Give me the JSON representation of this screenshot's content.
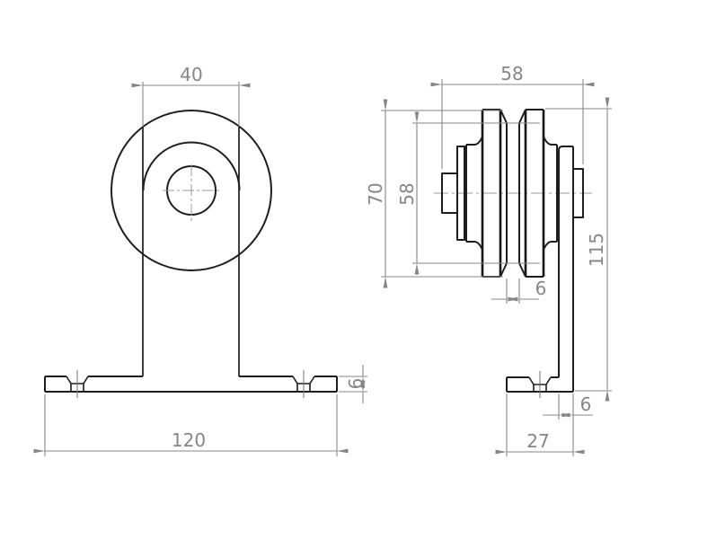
{
  "front_view": {
    "dimensions": {
      "arm_width": "40",
      "base_length": "120",
      "base_thickness": "6"
    }
  },
  "side_view": {
    "dimensions": {
      "overall_width": "58",
      "flange_diameter": "70",
      "groove_diameter": "58",
      "groove_width": "6",
      "overall_height": "115",
      "arm_thickness": "6",
      "base_depth": "27"
    }
  },
  "colors": {
    "geometry": "#1e1e1e",
    "dimension": "#878787",
    "centerline": "#9b9b9b",
    "background": "#ffffff"
  }
}
